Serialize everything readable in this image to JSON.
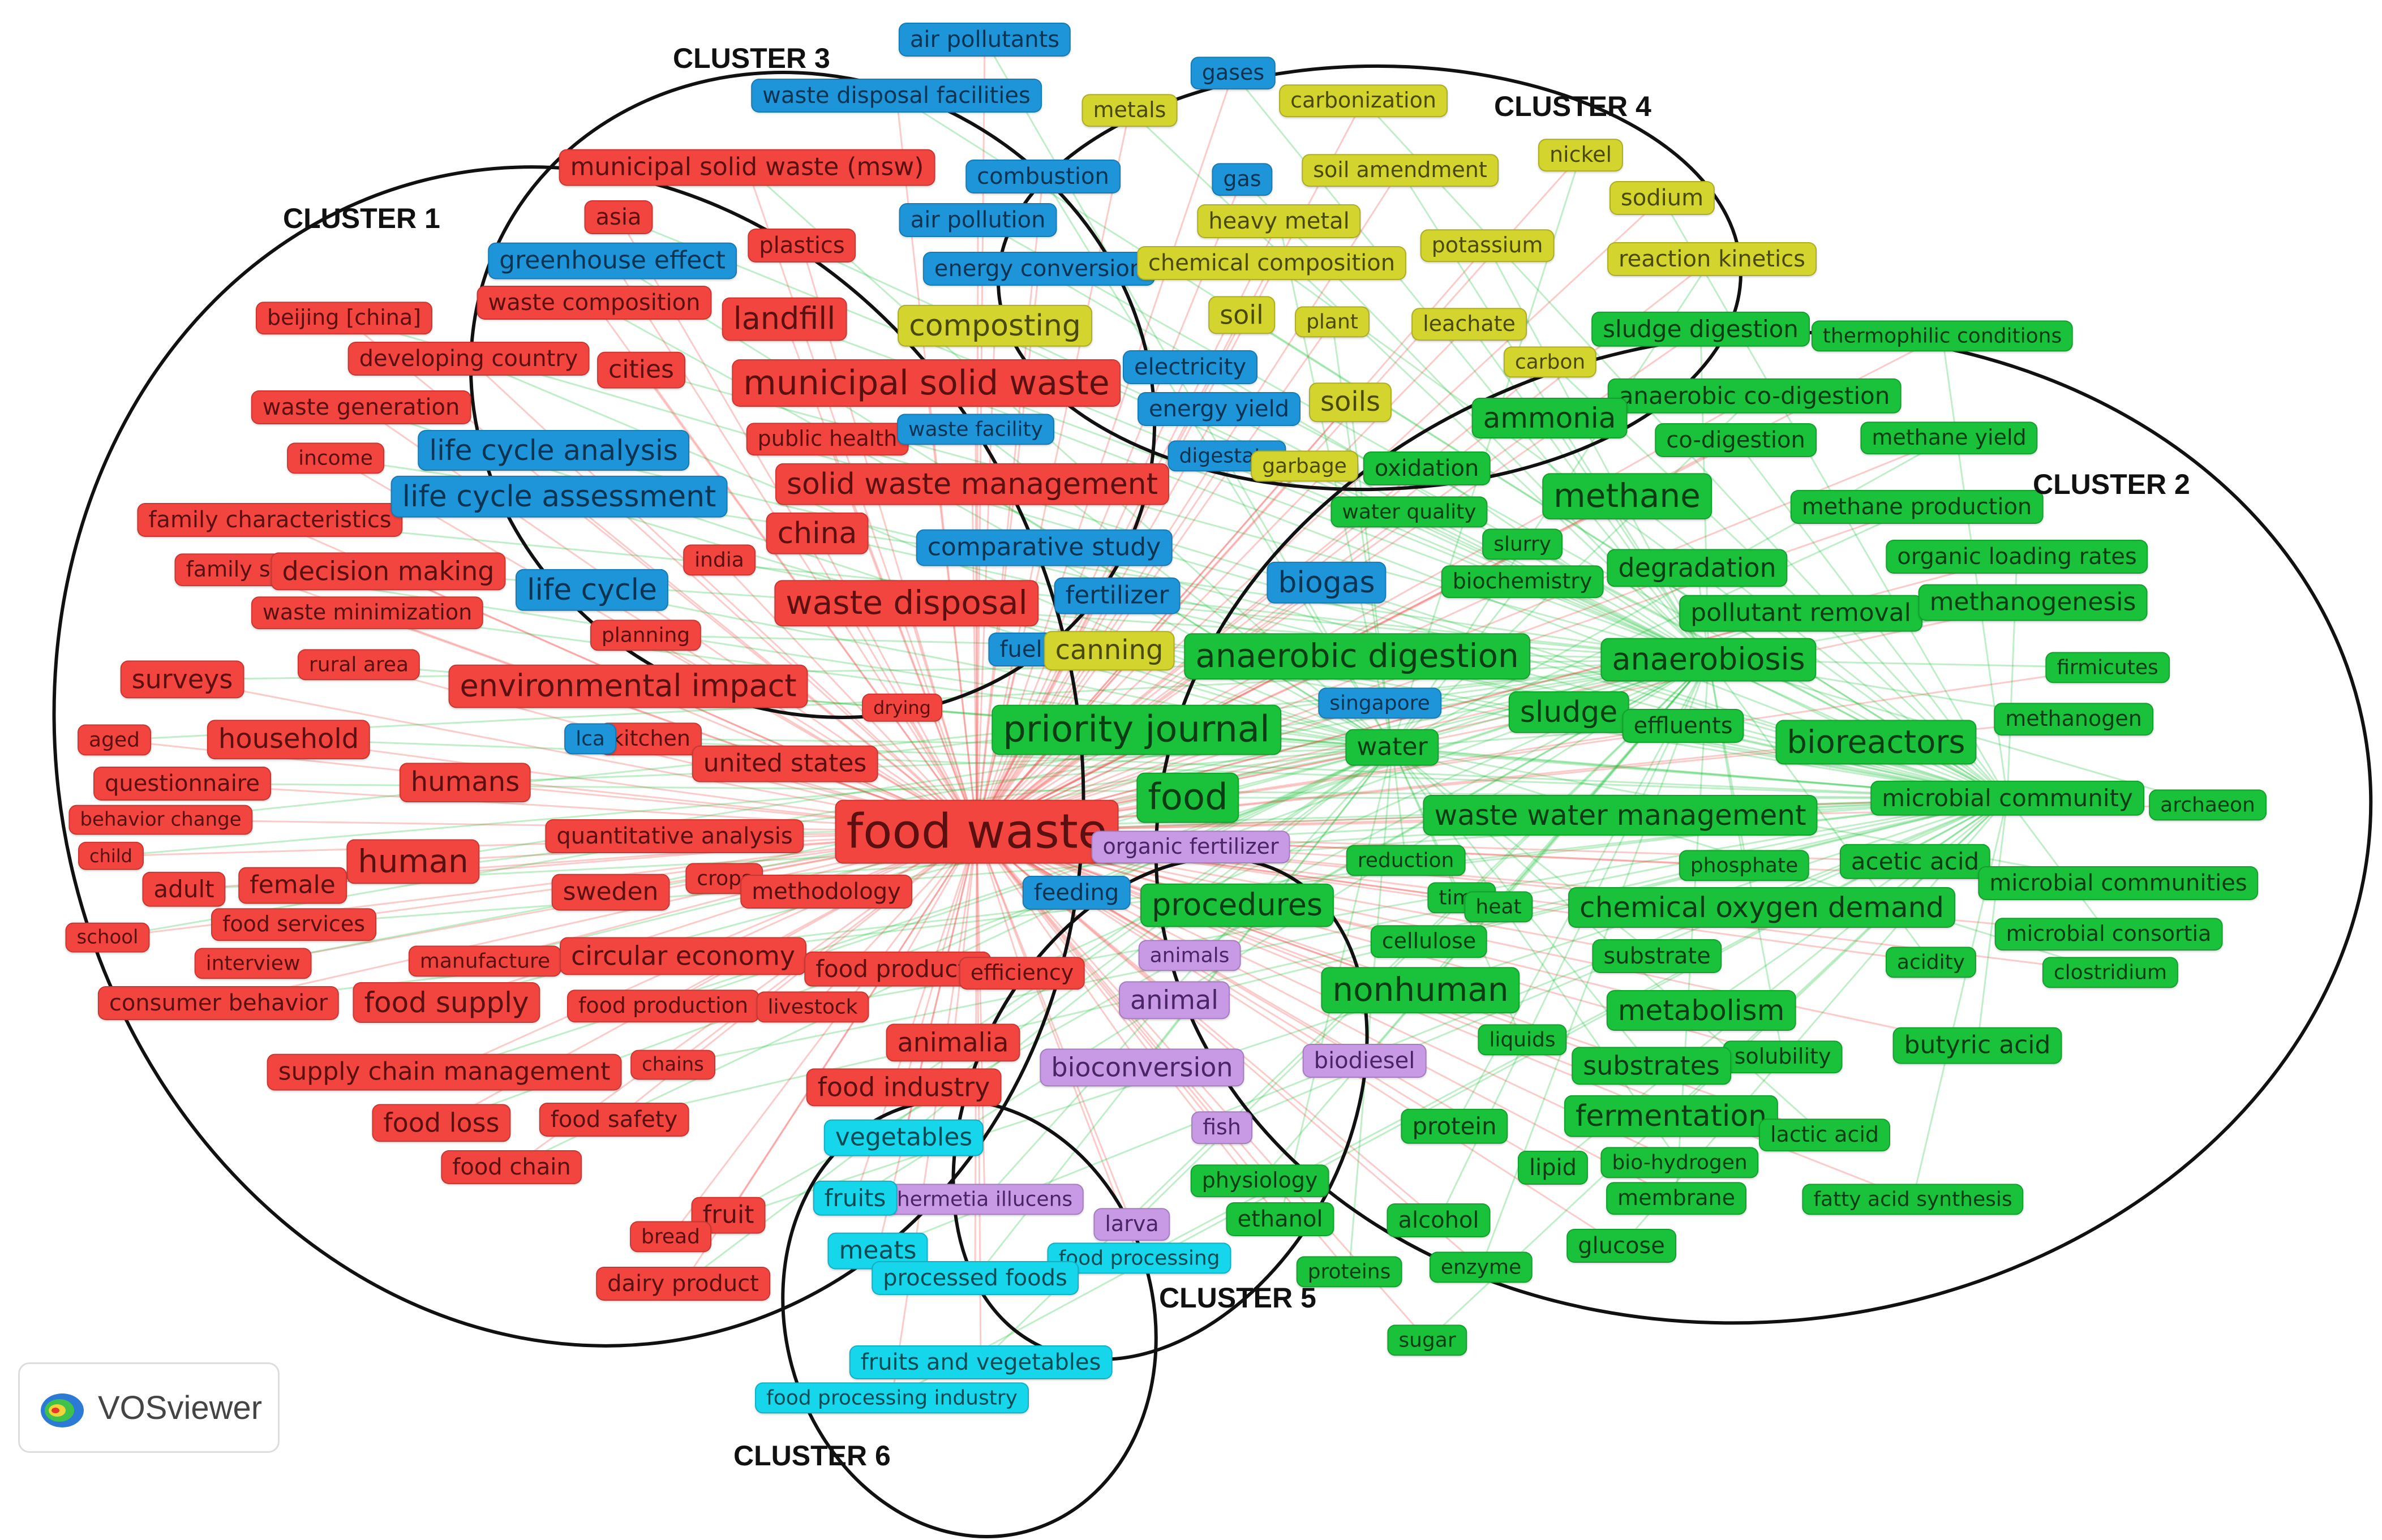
{
  "clusters": [
    {
      "label": "CLUSTER 1",
      "color": "#f2453f"
    },
    {
      "label": "CLUSTER 2",
      "color": "#19c23a"
    },
    {
      "label": "CLUSTER 3",
      "color": "#1d95d8"
    },
    {
      "label": "CLUSTER 4",
      "color": "#d4d42e"
    },
    {
      "label": "CLUSTER 5",
      "color": "#c89ae6"
    },
    {
      "label": "CLUSTER 6",
      "color": "#16d6ec"
    }
  ],
  "nodes": [
    {
      "label": "food waste",
      "cluster": 1
    },
    {
      "label": "municipal solid waste (msw)",
      "cluster": 1
    },
    {
      "label": "asia",
      "cluster": 1
    },
    {
      "label": "plastics",
      "cluster": 1
    },
    {
      "label": "waste composition",
      "cluster": 1
    },
    {
      "label": "landfill",
      "cluster": 1
    },
    {
      "label": "beijing [china]",
      "cluster": 1
    },
    {
      "label": "developing country",
      "cluster": 1
    },
    {
      "label": "cities",
      "cluster": 1
    },
    {
      "label": "municipal solid waste",
      "cluster": 1
    },
    {
      "label": "waste generation",
      "cluster": 1
    },
    {
      "label": "income",
      "cluster": 1
    },
    {
      "label": "public health",
      "cluster": 1
    },
    {
      "label": "solid waste management",
      "cluster": 1
    },
    {
      "label": "family characteristics",
      "cluster": 1
    },
    {
      "label": "china",
      "cluster": 1
    },
    {
      "label": "family size",
      "cluster": 1
    },
    {
      "label": "decision making",
      "cluster": 1
    },
    {
      "label": "india",
      "cluster": 1
    },
    {
      "label": "waste minimization",
      "cluster": 1
    },
    {
      "label": "planning",
      "cluster": 1
    },
    {
      "label": "waste disposal",
      "cluster": 1
    },
    {
      "label": "rural area",
      "cluster": 1
    },
    {
      "label": "surveys",
      "cluster": 1
    },
    {
      "label": "environmental impact",
      "cluster": 1
    },
    {
      "label": "drying",
      "cluster": 1
    },
    {
      "label": "aged",
      "cluster": 1
    },
    {
      "label": "household",
      "cluster": 1
    },
    {
      "label": "kitchen",
      "cluster": 1
    },
    {
      "label": "united states",
      "cluster": 1
    },
    {
      "label": "questionnaire",
      "cluster": 1
    },
    {
      "label": "humans",
      "cluster": 1
    },
    {
      "label": "behavior change",
      "cluster": 1
    },
    {
      "label": "quantitative analysis",
      "cluster": 1
    },
    {
      "label": "child",
      "cluster": 1
    },
    {
      "label": "human",
      "cluster": 1
    },
    {
      "label": "adult",
      "cluster": 1
    },
    {
      "label": "female",
      "cluster": 1
    },
    {
      "label": "sweden",
      "cluster": 1
    },
    {
      "label": "crops",
      "cluster": 1
    },
    {
      "label": "methodology",
      "cluster": 1
    },
    {
      "label": "school",
      "cluster": 1
    },
    {
      "label": "food services",
      "cluster": 1
    },
    {
      "label": "interview",
      "cluster": 1
    },
    {
      "label": "manufacture",
      "cluster": 1
    },
    {
      "label": "circular economy",
      "cluster": 1
    },
    {
      "label": "food products",
      "cluster": 1
    },
    {
      "label": "efficiency",
      "cluster": 1
    },
    {
      "label": "consumer behavior",
      "cluster": 1
    },
    {
      "label": "food supply",
      "cluster": 1
    },
    {
      "label": "food production",
      "cluster": 1
    },
    {
      "label": "livestock",
      "cluster": 1
    },
    {
      "label": "animalia",
      "cluster": 1
    },
    {
      "label": "supply chain management",
      "cluster": 1
    },
    {
      "label": "chains",
      "cluster": 1
    },
    {
      "label": "food industry",
      "cluster": 1
    },
    {
      "label": "food loss",
      "cluster": 1
    },
    {
      "label": "food safety",
      "cluster": 1
    },
    {
      "label": "food chain",
      "cluster": 1
    },
    {
      "label": "fruit",
      "cluster": 1
    },
    {
      "label": "bread",
      "cluster": 1
    },
    {
      "label": "dairy product",
      "cluster": 1
    },
    {
      "label": "sludge digestion",
      "cluster": 2
    },
    {
      "label": "thermophilic conditions",
      "cluster": 2
    },
    {
      "label": "anaerobic co-digestion",
      "cluster": 2
    },
    {
      "label": "ammonia",
      "cluster": 2
    },
    {
      "label": "co-digestion",
      "cluster": 2
    },
    {
      "label": "methane yield",
      "cluster": 2
    },
    {
      "label": "oxidation",
      "cluster": 2
    },
    {
      "label": "methane",
      "cluster": 2
    },
    {
      "label": "methane production",
      "cluster": 2
    },
    {
      "label": "water quality",
      "cluster": 2
    },
    {
      "label": "slurry",
      "cluster": 2
    },
    {
      "label": "biochemistry",
      "cluster": 2
    },
    {
      "label": "degradation",
      "cluster": 2
    },
    {
      "label": "organic loading rates",
      "cluster": 2
    },
    {
      "label": "pollutant removal",
      "cluster": 2
    },
    {
      "label": "methanogenesis",
      "cluster": 2
    },
    {
      "label": "anaerobic digestion",
      "cluster": 2
    },
    {
      "label": "anaerobiosis",
      "cluster": 2
    },
    {
      "label": "firmicutes",
      "cluster": 2
    },
    {
      "label": "sludge",
      "cluster": 2
    },
    {
      "label": "effluents",
      "cluster": 2
    },
    {
      "label": "methanogen",
      "cluster": 2
    },
    {
      "label": "priority journal",
      "cluster": 2
    },
    {
      "label": "water",
      "cluster": 2
    },
    {
      "label": "bioreactors",
      "cluster": 2
    },
    {
      "label": "food",
      "cluster": 2
    },
    {
      "label": "microbial community",
      "cluster": 2
    },
    {
      "label": "archaeon",
      "cluster": 2
    },
    {
      "label": "waste water management",
      "cluster": 2
    },
    {
      "label": "reduction",
      "cluster": 2
    },
    {
      "label": "phosphate",
      "cluster": 2
    },
    {
      "label": "acetic acid",
      "cluster": 2
    },
    {
      "label": "time",
      "cluster": 2
    },
    {
      "label": "heat",
      "cluster": 2
    },
    {
      "label": "chemical oxygen demand",
      "cluster": 2
    },
    {
      "label": "microbial communities",
      "cluster": 2
    },
    {
      "label": "procedures",
      "cluster": 2
    },
    {
      "label": "cellulose",
      "cluster": 2
    },
    {
      "label": "substrate",
      "cluster": 2
    },
    {
      "label": "acidity",
      "cluster": 2
    },
    {
      "label": "microbial consortia",
      "cluster": 2
    },
    {
      "label": "clostridium",
      "cluster": 2
    },
    {
      "label": "nonhuman",
      "cluster": 2
    },
    {
      "label": "metabolism",
      "cluster": 2
    },
    {
      "label": "liquids",
      "cluster": 2
    },
    {
      "label": "solubility",
      "cluster": 2
    },
    {
      "label": "butyric acid",
      "cluster": 2
    },
    {
      "label": "substrates",
      "cluster": 2
    },
    {
      "label": "protein",
      "cluster": 2
    },
    {
      "label": "fermentation",
      "cluster": 2
    },
    {
      "label": "lactic acid",
      "cluster": 2
    },
    {
      "label": "physiology",
      "cluster": 2
    },
    {
      "label": "lipid",
      "cluster": 2
    },
    {
      "label": "bio-hydrogen",
      "cluster": 2
    },
    {
      "label": "membrane",
      "cluster": 2
    },
    {
      "label": "fatty acid synthesis",
      "cluster": 2
    },
    {
      "label": "ethanol",
      "cluster": 2
    },
    {
      "label": "alcohol",
      "cluster": 2
    },
    {
      "label": "glucose",
      "cluster": 2
    },
    {
      "label": "proteins",
      "cluster": 2
    },
    {
      "label": "enzyme",
      "cluster": 2
    },
    {
      "label": "sugar",
      "cluster": 2
    },
    {
      "label": "air pollutants",
      "cluster": 3
    },
    {
      "label": "gases",
      "cluster": 3
    },
    {
      "label": "waste disposal facilities",
      "cluster": 3
    },
    {
      "label": "combustion",
      "cluster": 3
    },
    {
      "label": "gas",
      "cluster": 3
    },
    {
      "label": "air pollution",
      "cluster": 3
    },
    {
      "label": "greenhouse effect",
      "cluster": 3
    },
    {
      "label": "energy conversion",
      "cluster": 3
    },
    {
      "label": "electricity",
      "cluster": 3
    },
    {
      "label": "waste facility",
      "cluster": 3
    },
    {
      "label": "energy yield",
      "cluster": 3
    },
    {
      "label": "life cycle analysis",
      "cluster": 3
    },
    {
      "label": "life cycle assessment",
      "cluster": 3
    },
    {
      "label": "digestate",
      "cluster": 3
    },
    {
      "label": "comparative study",
      "cluster": 3
    },
    {
      "label": "life cycle",
      "cluster": 3
    },
    {
      "label": "fertilizer",
      "cluster": 3
    },
    {
      "label": "biogas",
      "cluster": 3
    },
    {
      "label": "fuel",
      "cluster": 3
    },
    {
      "label": "singapore",
      "cluster": 3
    },
    {
      "label": "lca",
      "cluster": 3
    },
    {
      "label": "feeding",
      "cluster": 3
    },
    {
      "label": "metals",
      "cluster": 4
    },
    {
      "label": "carbonization",
      "cluster": 4
    },
    {
      "label": "nickel",
      "cluster": 4
    },
    {
      "label": "soil amendment",
      "cluster": 4
    },
    {
      "label": "sodium",
      "cluster": 4
    },
    {
      "label": "heavy metal",
      "cluster": 4
    },
    {
      "label": "potassium",
      "cluster": 4
    },
    {
      "label": "chemical composition",
      "cluster": 4
    },
    {
      "label": "reaction kinetics",
      "cluster": 4
    },
    {
      "label": "composting",
      "cluster": 4
    },
    {
      "label": "soil",
      "cluster": 4
    },
    {
      "label": "plant",
      "cluster": 4
    },
    {
      "label": "leachate",
      "cluster": 4
    },
    {
      "label": "carbon",
      "cluster": 4
    },
    {
      "label": "soils",
      "cluster": 4
    },
    {
      "label": "garbage",
      "cluster": 4
    },
    {
      "label": "canning",
      "cluster": 4
    },
    {
      "label": "organic fertilizer",
      "cluster": 5
    },
    {
      "label": "animals",
      "cluster": 5
    },
    {
      "label": "animal",
      "cluster": 5
    },
    {
      "label": "bioconversion",
      "cluster": 5
    },
    {
      "label": "biodiesel",
      "cluster": 5
    },
    {
      "label": "fish",
      "cluster": 5
    },
    {
      "label": "hermetia illucens",
      "cluster": 5
    },
    {
      "label": "larva",
      "cluster": 5
    },
    {
      "label": "food processing",
      "cluster": 6
    },
    {
      "label": "vegetables",
      "cluster": 6
    },
    {
      "label": "fruits",
      "cluster": 6
    },
    {
      "label": "meats",
      "cluster": 6
    },
    {
      "label": "processed foods",
      "cluster": 6
    },
    {
      "label": "fruits and vegetables",
      "cluster": 6
    },
    {
      "label": "food processing industry",
      "cluster": 6
    }
  ],
  "branding": {
    "name": "VOSviewer"
  }
}
